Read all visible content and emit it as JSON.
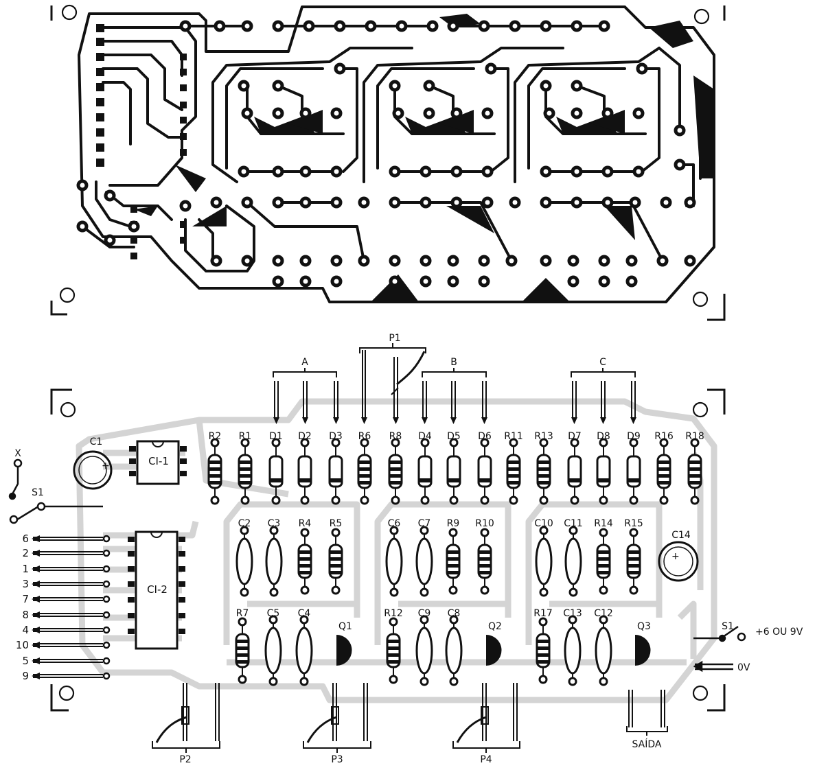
{
  "colors": {
    "ink": "#111111",
    "paper": "#ffffff",
    "silkscreen": "#d4d4d4"
  },
  "component_labels": {
    "r2": "R2",
    "r1": "R1",
    "d1": "D1",
    "d2": "D2",
    "d3": "D3",
    "r6": "R6",
    "r8": "R8",
    "d4": "D4",
    "d5": "D5",
    "d6": "D6",
    "r11": "R11",
    "r13": "R13",
    "d7": "D7",
    "d8": "D8",
    "d9": "D9",
    "r16": "R16",
    "r18": "R18",
    "c2": "C2",
    "c3": "C3",
    "r4": "R4",
    "r5": "R5",
    "c6": "C6",
    "c7": "C7",
    "r9": "R9",
    "r10": "R10",
    "c10": "C10",
    "c11": "C11",
    "r14": "R14",
    "r15": "R15",
    "c14": "C14",
    "r7": "R7",
    "c5": "C5",
    "c4": "C4",
    "q1": "Q1",
    "r12": "R12",
    "c9": "C9",
    "c8": "C8",
    "q2": "Q2",
    "r17": "R17",
    "c13": "C13",
    "c12": "C12",
    "q3": "Q3",
    "c1": "C1",
    "ci1": "CI-1",
    "ci2": "CI-2"
  },
  "group_labels": {
    "a": "A",
    "p1": "P1",
    "b": "B",
    "c": "C"
  },
  "pot_labels": {
    "p2": "P2",
    "p3": "P3",
    "p4": "P4",
    "saida": "SAÍDA"
  },
  "left_labels": {
    "x": "X",
    "s1": "S1"
  },
  "input_pins": [
    "6",
    "2",
    "1",
    "3",
    "7",
    "8",
    "4",
    "10",
    "5",
    "9"
  ],
  "power_labels": {
    "s1": "S1",
    "supply": "+6 OU 9V",
    "ground": "0V"
  }
}
